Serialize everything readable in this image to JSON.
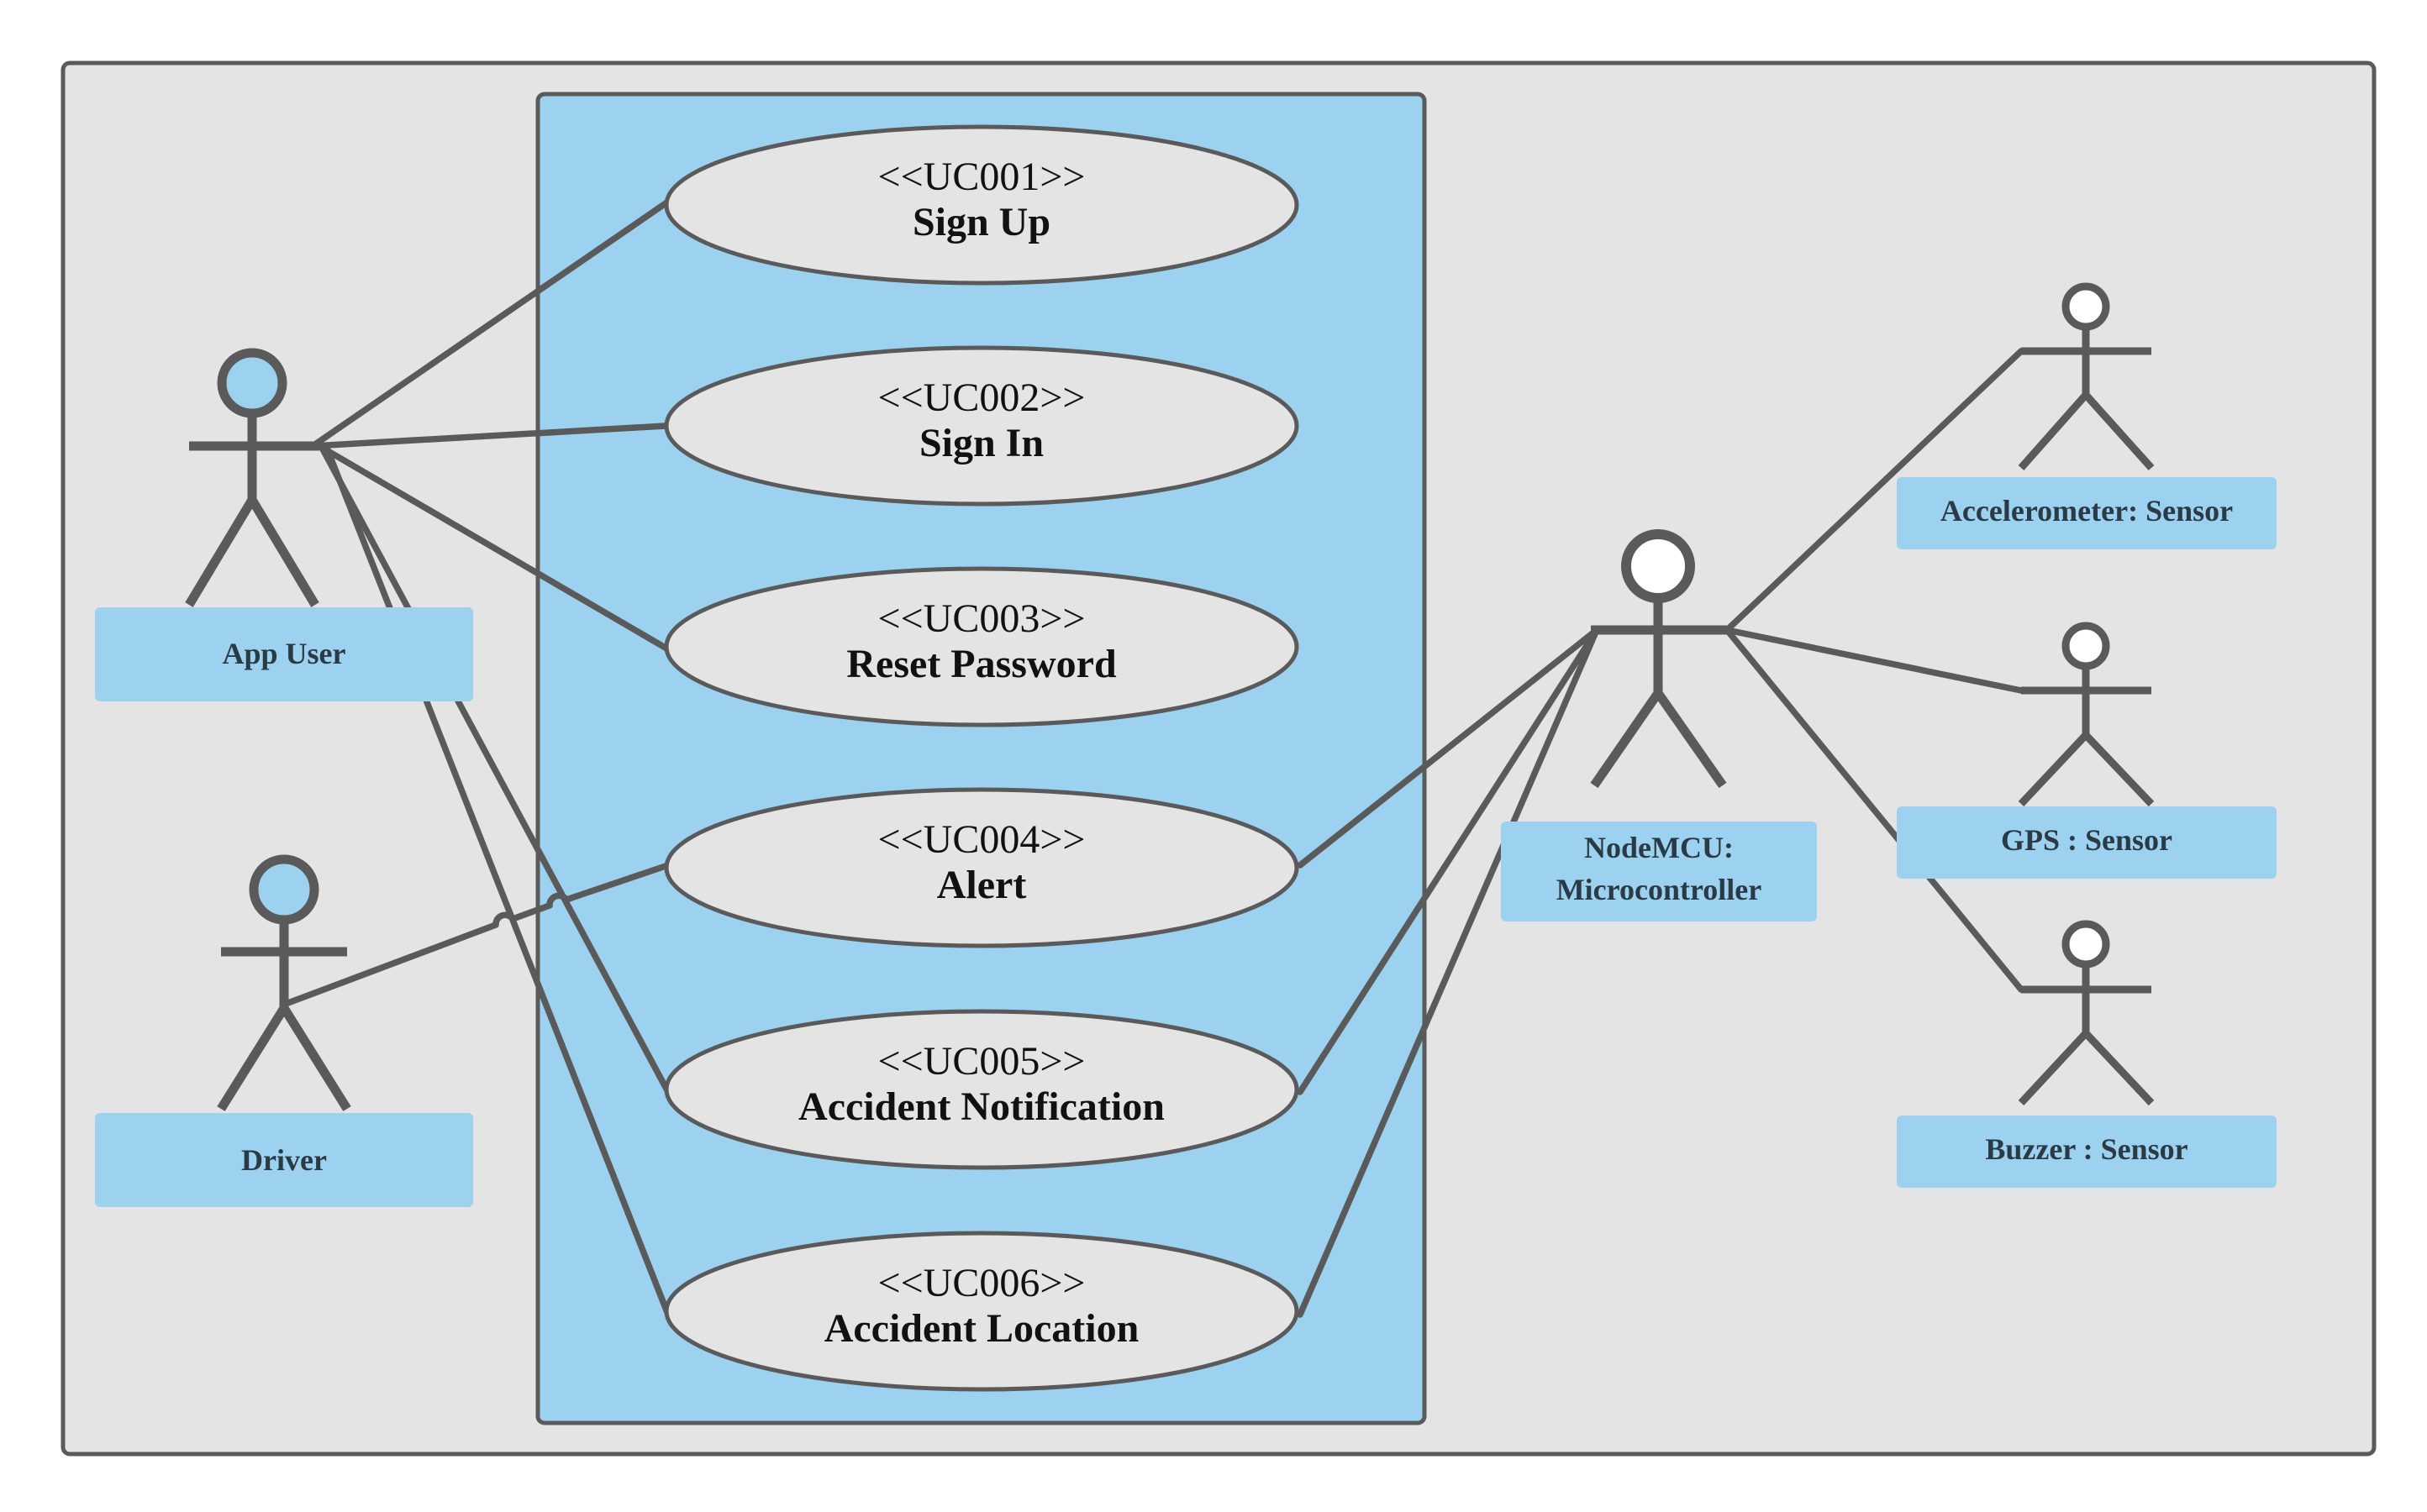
{
  "use_cases": [
    {
      "id": "uc001",
      "stereotype": "<<UC001>>",
      "name": "Sign Up"
    },
    {
      "id": "uc002",
      "stereotype": "<<UC002>>",
      "name": "Sign In"
    },
    {
      "id": "uc003",
      "stereotype": "<<UC003>>",
      "name": "Reset Password"
    },
    {
      "id": "uc004",
      "stereotype": "<<UC004>>",
      "name": "Alert"
    },
    {
      "id": "uc005",
      "stereotype": "<<UC005>>",
      "name": "Accident Notification"
    },
    {
      "id": "uc006",
      "stereotype": "<<UC006>>",
      "name": "Accident Location"
    }
  ],
  "actors": {
    "app_user": {
      "label": "App User"
    },
    "driver": {
      "label": "Driver"
    },
    "nodemcu": {
      "label_line1": "NodeMCU:",
      "label_line2": "Microcontroller"
    },
    "accelerometer": {
      "label": "Accelerometer: Sensor"
    },
    "gps": {
      "label": "GPS : Sensor"
    },
    "buzzer": {
      "label": "Buzzer : Sensor"
    }
  },
  "associations": [
    {
      "from": "App User",
      "to": "Sign Up"
    },
    {
      "from": "App User",
      "to": "Sign In"
    },
    {
      "from": "App User",
      "to": "Reset Password"
    },
    {
      "from": "App User",
      "to": "Accident Notification"
    },
    {
      "from": "App User",
      "to": "Accident Location"
    },
    {
      "from": "Driver",
      "to": "Alert"
    },
    {
      "from": "NodeMCU: Microcontroller",
      "to": "Alert"
    },
    {
      "from": "NodeMCU: Microcontroller",
      "to": "Accident Notification"
    },
    {
      "from": "NodeMCU: Microcontroller",
      "to": "Accident Location"
    },
    {
      "from": "NodeMCU: Microcontroller",
      "to": "Accelerometer: Sensor"
    },
    {
      "from": "NodeMCU: Microcontroller",
      "to": "GPS : Sensor"
    },
    {
      "from": "NodeMCU: Microcontroller",
      "to": "Buzzer : Sensor"
    }
  ],
  "colors": {
    "frame_fill": "#e4e4e4",
    "system_fill": "#9cd2f0",
    "line": "#5a5a5a",
    "actor_head_fill_user": "#9cd2f0",
    "actor_head_fill_device": "#ffffff"
  }
}
